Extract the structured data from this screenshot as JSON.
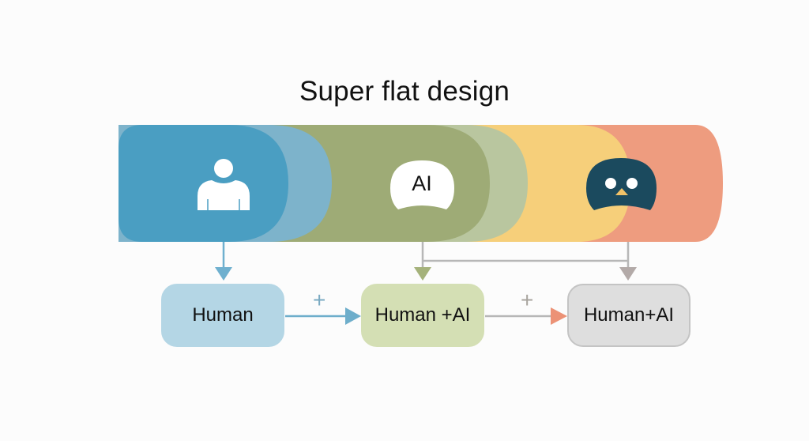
{
  "title": "Super flat design",
  "stages": [
    {
      "id": "human",
      "icon": "person-icon",
      "color": "#4a9ec2",
      "overlap_color": "#7db3cb"
    },
    {
      "id": "ai",
      "icon": "ai-badge-icon",
      "label": "AI",
      "color": "#9eab76",
      "overlap_color": "#b9c69f"
    },
    {
      "id": "robot",
      "icon": "robot-face-icon",
      "color": "#f6cf7a",
      "overlap_color": "#ee9c7f"
    }
  ],
  "boxes": [
    {
      "label": "Human",
      "fill": "#b4d6e5",
      "border": "#b4d6e5"
    },
    {
      "label": "Human +AI",
      "fill": "#d4dfb4",
      "border": "#d4dfb4"
    },
    {
      "label": "Human+AI",
      "fill": "#dedede",
      "border": "#c4c4c4"
    }
  ],
  "connectors": [
    {
      "symbol": "+",
      "color": "#7aaac2",
      "arrow_color": "#6eaecb"
    },
    {
      "symbol": "+",
      "color": "#a8a49e",
      "arrow_color": "#ec9276"
    }
  ],
  "colors": {
    "down_arrow_human": "#6fb0cf",
    "down_arrow_ai": "#a5b27b",
    "down_arrow_robot": "#b3aaa8",
    "branch_line": "#b7b7b7",
    "robot_face": "#1b4a5e",
    "robot_beak": "#f1c268"
  }
}
